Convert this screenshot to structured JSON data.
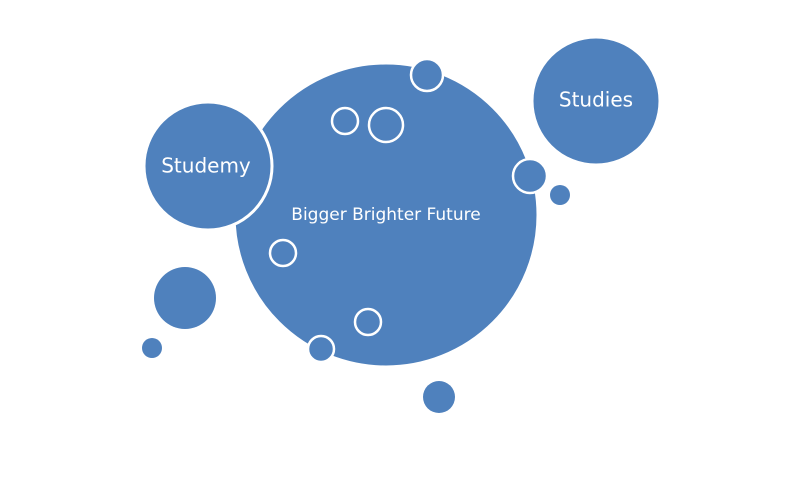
{
  "diagram": {
    "main_circle": {
      "label": "Bigger Brighter Future"
    },
    "left_circle": {
      "label": "Studemy"
    },
    "right_circle": {
      "label": "Studies"
    }
  },
  "colors": {
    "circle_fill": "#4f81bd",
    "outline": "#ffffff",
    "background": "#ffffff"
  }
}
